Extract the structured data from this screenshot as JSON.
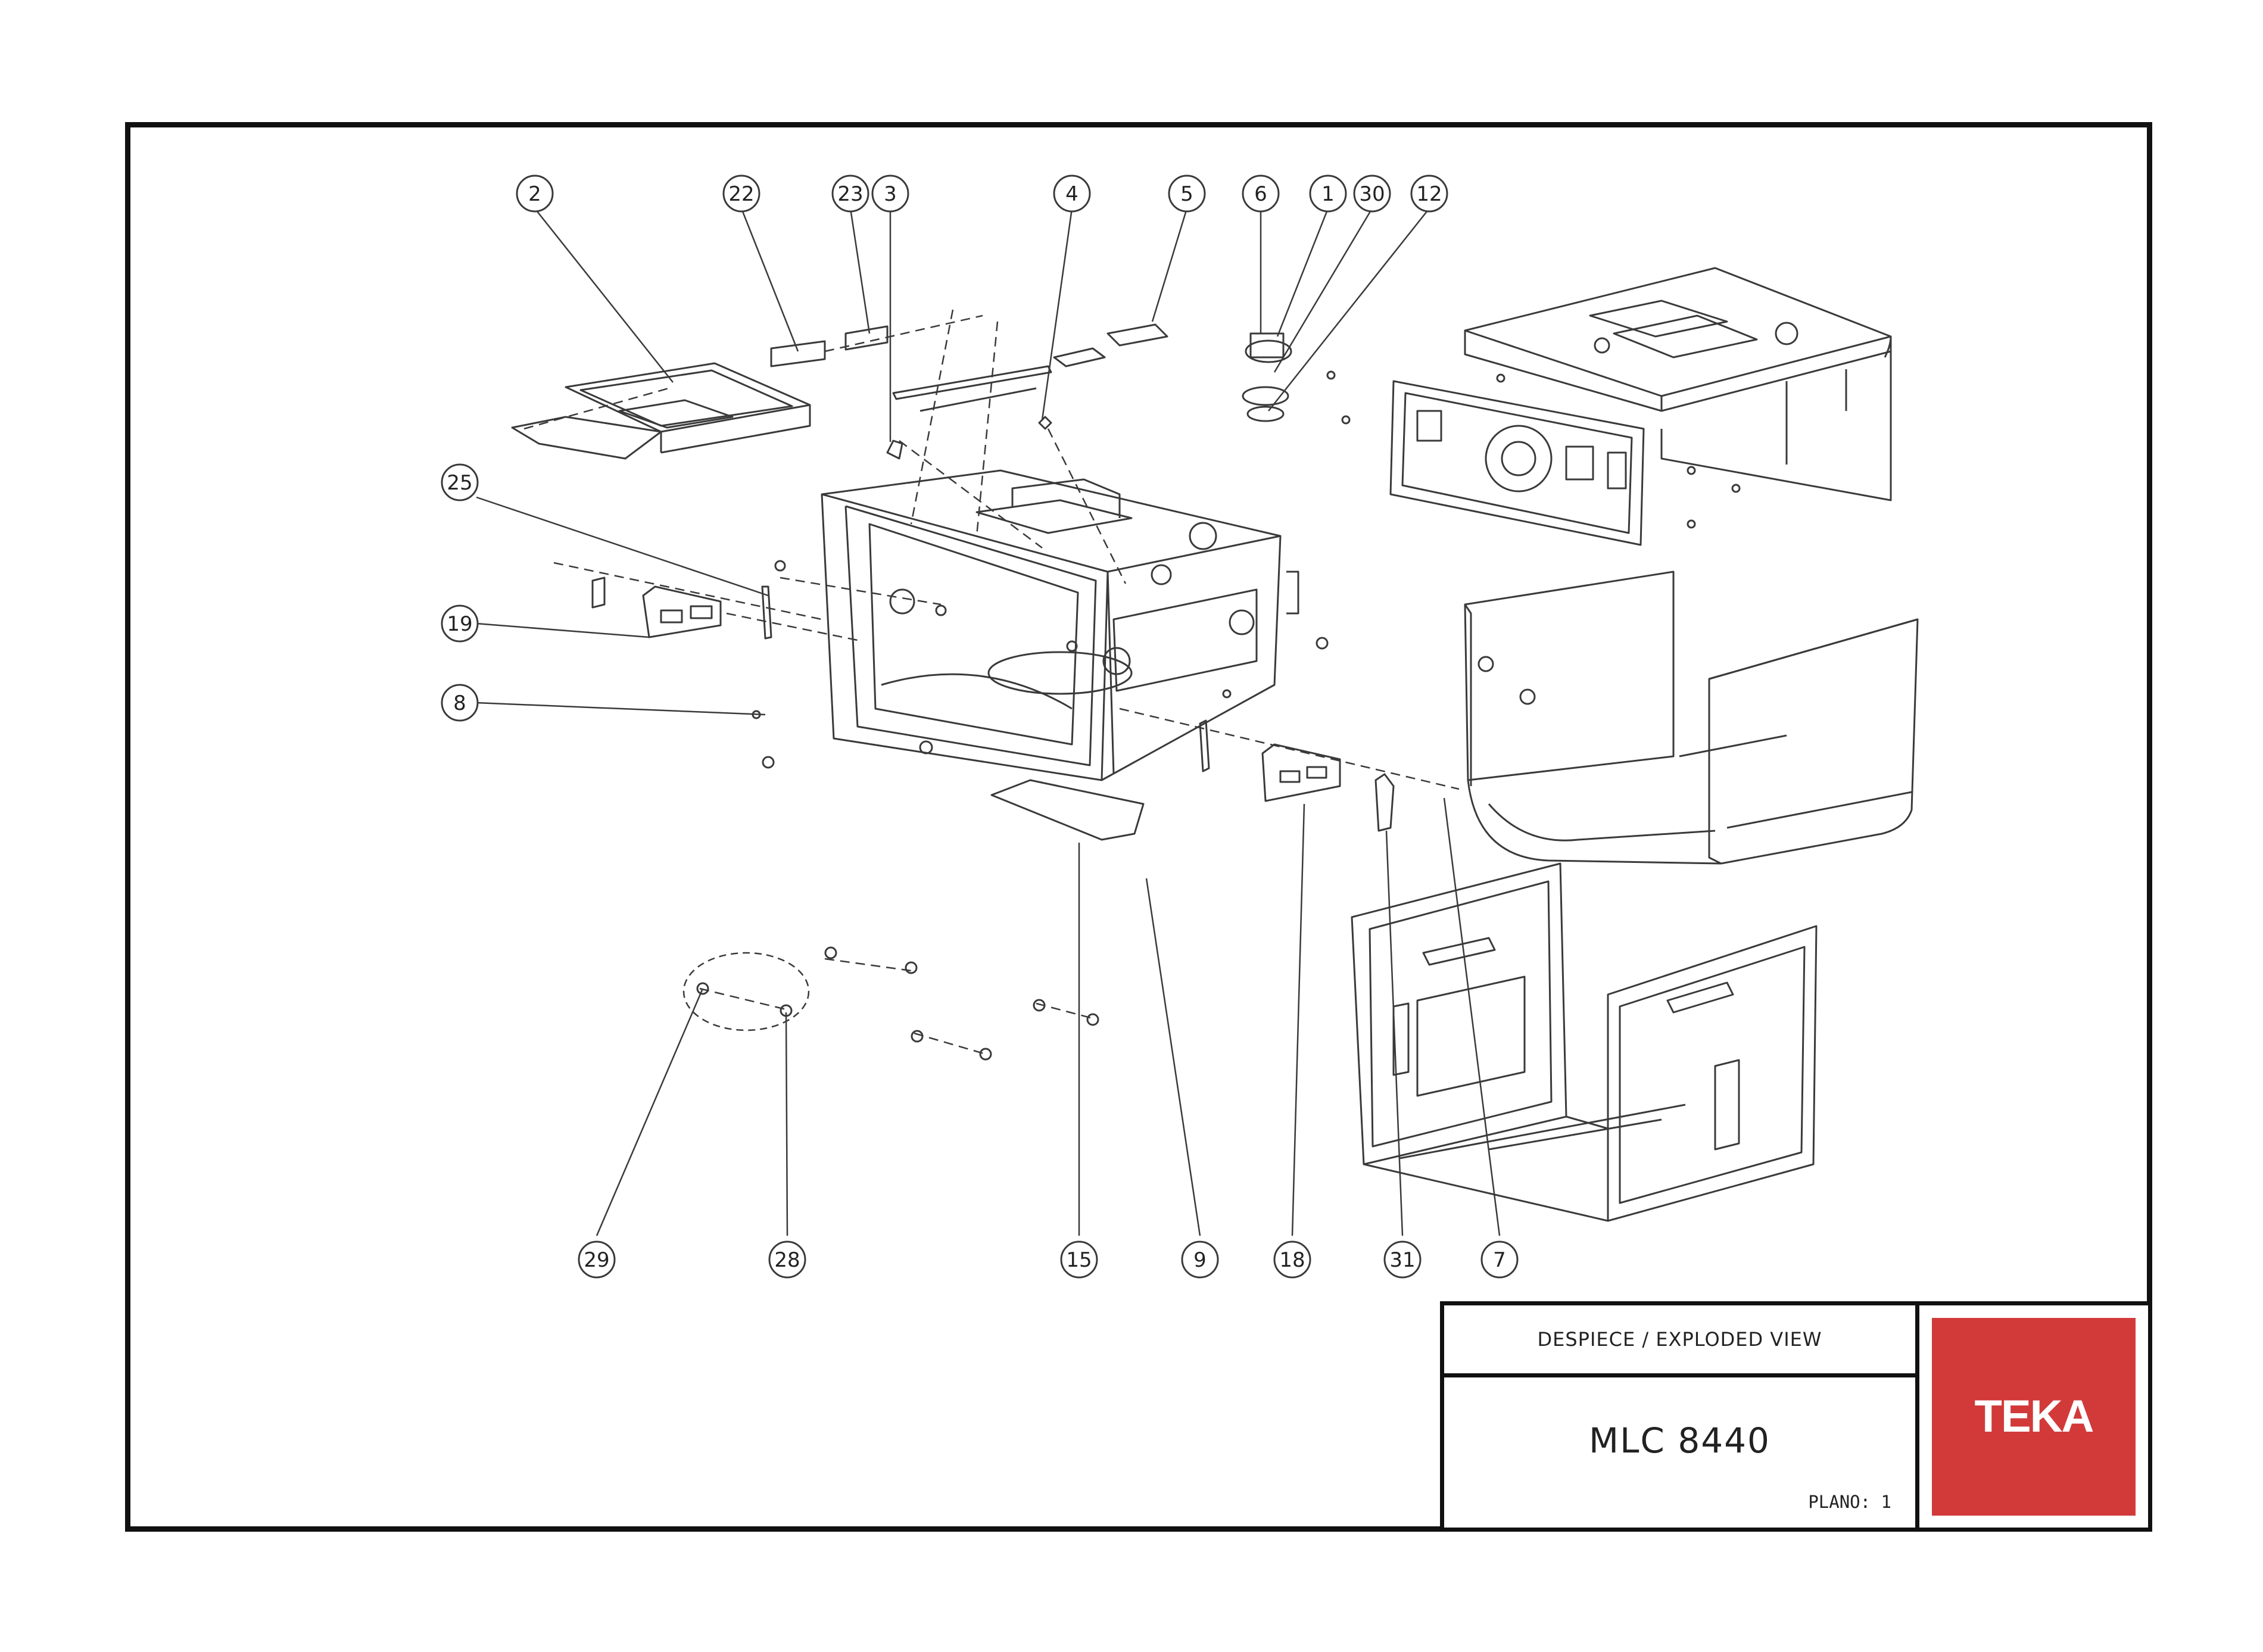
{
  "drawing": {
    "part_numbers": [
      "2",
      "22",
      "23",
      "3",
      "4",
      "5",
      "6",
      "1",
      "30",
      "12",
      "25",
      "19",
      "8",
      "29",
      "28",
      "15",
      "9",
      "18",
      "31",
      "7"
    ]
  },
  "title_block": {
    "subtitle": "DESPIECE / EXPLODED VIEW",
    "model": "MLC 8440",
    "plano": "PLANO: 1",
    "brand": "TEKA"
  },
  "colors": {
    "frame": "#111111",
    "line": "#3a3a3a",
    "brand_red": "#d23a3a"
  }
}
